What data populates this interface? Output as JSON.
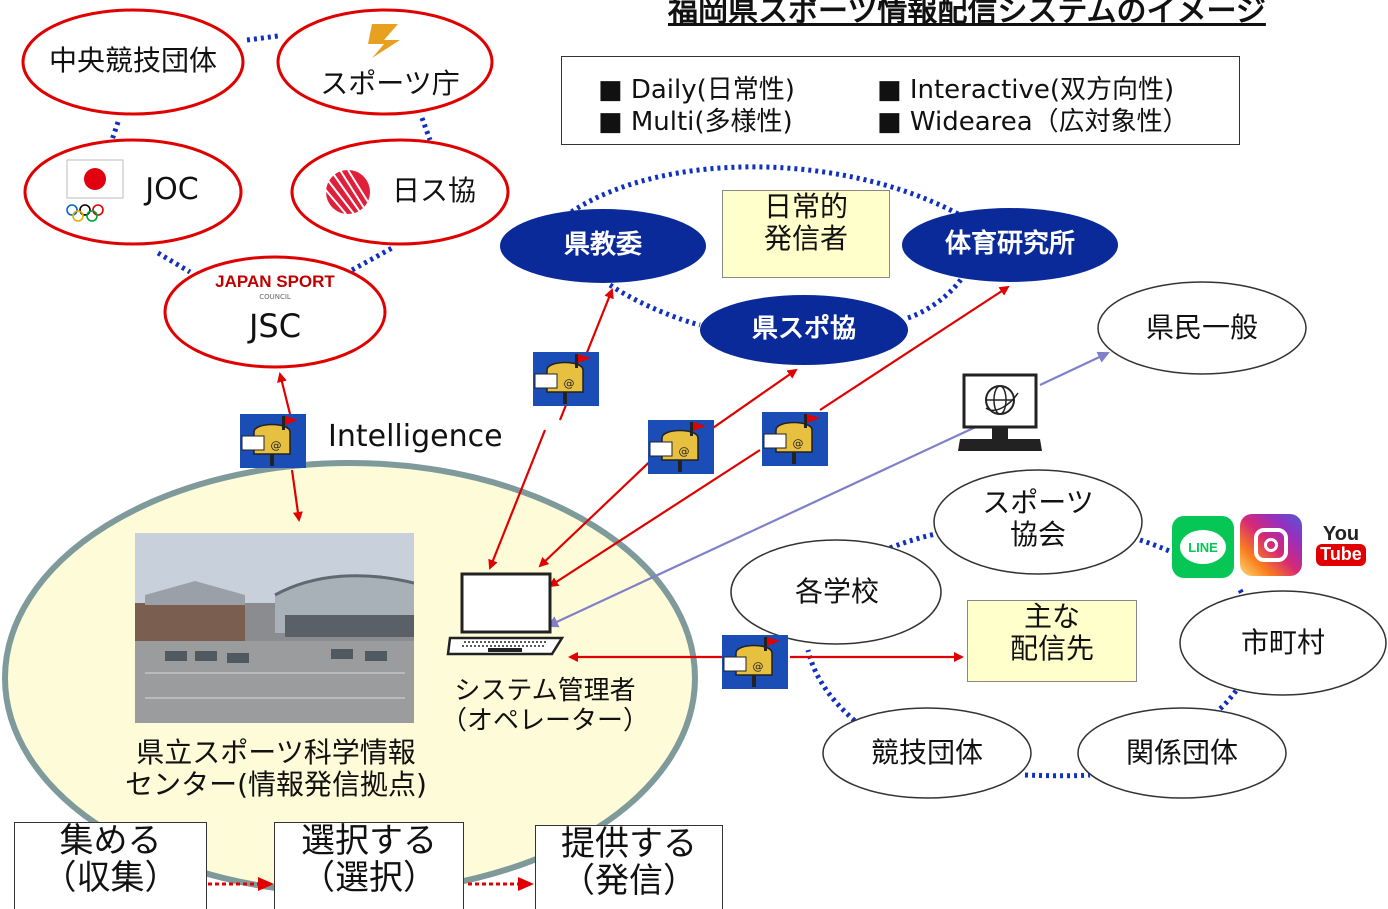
{
  "title": "福岡県スポーツ情報配信システムのイメージ",
  "legend": {
    "items": [
      "■ Daily(日常性)",
      "■ Multi(多様性)",
      "■ Interactive(双方向性)",
      "■ Widearea（広対象性）"
    ]
  },
  "national_orgs": {
    "chuo": "中央競技団体",
    "sports_agency": "スポーツ庁",
    "joc": "JOC",
    "nissukyo": "日ス協",
    "jsc_logo": "JAPAN SPORT",
    "jsc_logo_sub": "COUNCIL",
    "jsc": "JSC"
  },
  "intelligence_label": "Intelligence",
  "daily_senders": {
    "kenkyoi": "県教委",
    "taiiku": "体育研究所",
    "kensupo": "県スポ協",
    "note": [
      "日常的",
      "発信者"
    ]
  },
  "kenmin": "県民一般",
  "center": {
    "label": [
      "県立スポーツ科学情報",
      "センター(情報発信拠点)"
    ]
  },
  "operator": {
    "label": [
      "システム管理者",
      "（オペレーター）"
    ]
  },
  "destinations": {
    "sports_assoc": [
      "スポーツ",
      "協会"
    ],
    "schools": "各学校",
    "municipalities": "市町村",
    "competition": "競技団体",
    "related": "関係団体",
    "note": [
      "主な",
      "配信先"
    ]
  },
  "apps": [
    "LINE",
    "Instagram",
    "YouTube"
  ],
  "app_texts": {
    "line": "LINE",
    "youtube_top": "You",
    "youtube_bottom": "Tube"
  },
  "steps": [
    {
      "top": "集める",
      "bottom": "（収集）"
    },
    {
      "top": "選択する",
      "bottom": "（選択）"
    },
    {
      "top": "提供する",
      "bottom": "（発信）"
    }
  ],
  "colors": {
    "red": "#e00000",
    "navy": "#0a2a9a",
    "dot_blue": "#1030c0",
    "arrow_purple": "#8080c8",
    "center_fill": "#fdfbd8",
    "center_stroke": "#7f9a9a",
    "note_fill": "#ffffcc"
  }
}
